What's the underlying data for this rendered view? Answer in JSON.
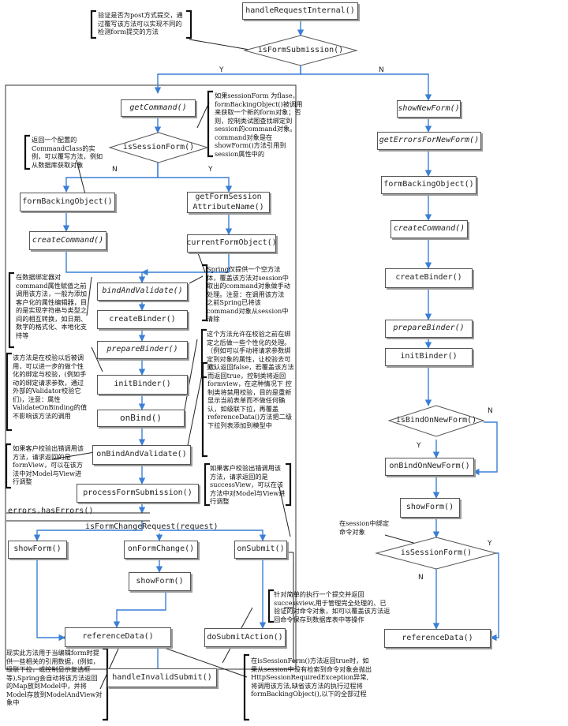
{
  "nodes": {
    "handleRequestInternal": "handleRequestInternal()",
    "isFormSubmission": "isFormSubmission()",
    "getCommand": "getCommand()",
    "isSessionForm_left": "isSessionForm()",
    "formBackingObject_left": "formBackingObject()",
    "getFormSessionAttributeName": "getFormSession\nAttributeName()",
    "createCommand_left": "createCommand()",
    "currentFormObject": "currentFormObject()",
    "bindAndValidate": "bindAndValidate()",
    "createBinder_left": "createBinder()",
    "prepareBinder_left": "prepareBinder()",
    "initBinder": "initBinder()",
    "onBind": "onBind()",
    "onBindAndValidate": "onBindAndValidate()",
    "processFormSubmission": "processFormSubmission()",
    "errorsHasErrors": "errors.hasErrors()",
    "isFormChangeRequest": "isFormChangeRequest(request)",
    "showForm_left": "showForm()",
    "onFormChange": "onFormChange()",
    "showForm_mid": "showForm()",
    "onSubmit": "onSubmit()",
    "referenceData_left": "referenceData()",
    "doSubmitAction": "doSubmitAction()",
    "handleInvalidSubmit": "handleInvalidSubmit()",
    "showNewForm": "showNewForm()",
    "getErrorsForNewForm": "getErrorsForNewForm()",
    "formBackingObject_right": "formBackingObject()",
    "createCommand_right": "createCommand()",
    "createBinder_right": "createBinder()",
    "prepareBinder_right": "prepareBinder()",
    "initBinder_right": "initBinder()",
    "isBindOnNewForm": "isBindOnNewForm()",
    "onBindOnNewForm": "onBindOnNewForm()",
    "showForm_right": "showForm()",
    "isSessionForm_right": "isSessionForm()",
    "referenceData_right": "referenceData()"
  },
  "labels": {
    "y_form": "Y",
    "n_form": "N",
    "n_session_left": "N",
    "y_session_left": "Y",
    "n_bindnew": "N",
    "y_bindnew": "Y",
    "y_session_right": "Y",
    "n_session_right": "N"
  },
  "notes": {
    "post_check": "验证是否为post方式提交，通过覆写该方法可以实现不同的检测form提交的方法",
    "session_form": "如果sessionForm 为flase，formBackingObject()被调用来获取一个新的form对象；否则，控制类试图查找绑定到session的command对象。command对象是在showForm()方法引用到session属性中的",
    "command_class": "返回一个配置的CommandClass的实例，可以覆写方法，例如从数据库获取对象",
    "spring_empty": "Spring仅提供一个空方法体，覆盖该方法对session中取出的command对象做手动处理。注意：在调用该方法之前Spring已将该command对象从session中清除",
    "bind_command": "在数据绑定器对command属性赋值之前调用该方法，一般为添加客户化的属性编辑器，目的是实现字符串与类型之间的相互转换，如日期、数字的格式化、本地化支持等",
    "before_validate": "这个方法允许在校验之前在绑定之后做一些个性化的处理。（例如可以手动将请求参数绑定到对象的属性，让校验去可见）",
    "after_bind": "该方法是在校验以后被调用，可以进一步的做个性化的绑定与校验，(例如手动的绑定请求参数，通过外部的Validator校验它们)，注意：属性ValidateOnBinding的值不影响该方法的调用",
    "default_false": "默认返回false，若覆盖该方法而返回true，控制类将返回formview，在这种情况下 控制类将禁用校验，目的是重新 显示当前表单而不做任何确认，如级联下拉，再覆盖referenceData()方法把二级下拉列表添加到模型中",
    "validate_error_left": "如果客户校验出错调用该方法，请求返回的是formView，可以在该方法中对Model与View进行调整",
    "validate_error_right": "如果客户校验出错调用该方法，请求返回的是successView，可以在该方法中对Model与View进行调整",
    "session_bind": "在session中绑定命令对象",
    "simple_exec": "针对简单的执行一个提交并返回successview,用于管理完全处理的、已验证的对命令对象，如可以覆盖该方法返回命令保存到数据库表中等操作",
    "reference_data": "现实此方法用于当编辑form时提供一些相关的引用数据，(例如，级联下拉，或控制显示复选框等),Spring会自动将该方法返回的Map放到Model中，并将Model存放到ModelAndView对象中",
    "invalid_submit": "在isSessionForm()方法返回true时，如果从session中没有检索到命令对象会抛出HttpSessionRequiredException异常,将调用该方法,缺省该方法的执行过程将formBackingObject(),以下的全部过程"
  },
  "colors": {
    "arrow": "#3a7fd5",
    "line": "#222222",
    "box_border": "#555555",
    "shadow": "#9a9a9a"
  }
}
